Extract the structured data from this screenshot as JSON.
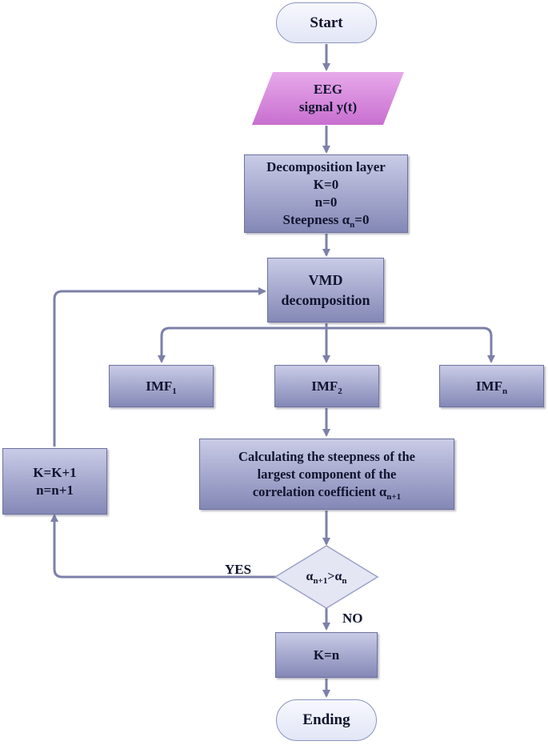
{
  "nodes": {
    "start": "Start",
    "eeg": [
      "EEG",
      "signal y(t)"
    ],
    "decomposition_layer": {
      "line1": "Decomposition layer",
      "line2": "K=0",
      "line3": "n=0",
      "line4_prefix": "Steepness α",
      "line4_sub": "n",
      "line4_suffix": "=0"
    },
    "vmd": [
      "VMD",
      "decomposition"
    ],
    "imf1": {
      "base": "IMF",
      "sub": "1"
    },
    "imf2": {
      "base": "IMF",
      "sub": "2"
    },
    "imfn": {
      "base": "IMF",
      "sub": "n"
    },
    "calc": {
      "line1": "Calculating the steepness of the",
      "line2": "largest component of the",
      "line3_prefix": "correlation coefficient α",
      "line3_sub": "n+1"
    },
    "update": [
      "K=K+1",
      "n=n+1"
    ],
    "decision": {
      "a": "α",
      "a_sub": "n+1",
      "op": ">α",
      "b_sub": "n"
    },
    "k_equals_n": "K=n",
    "ending": "Ending"
  },
  "edge_labels": {
    "yes": "YES",
    "no": "NO"
  },
  "colors": {
    "box_top": "#c9cbe6",
    "box_bottom": "#8488b6",
    "parallelogram": "#d27fd8",
    "terminal": "#e9ecf8",
    "arrow": "#7d80a8"
  }
}
